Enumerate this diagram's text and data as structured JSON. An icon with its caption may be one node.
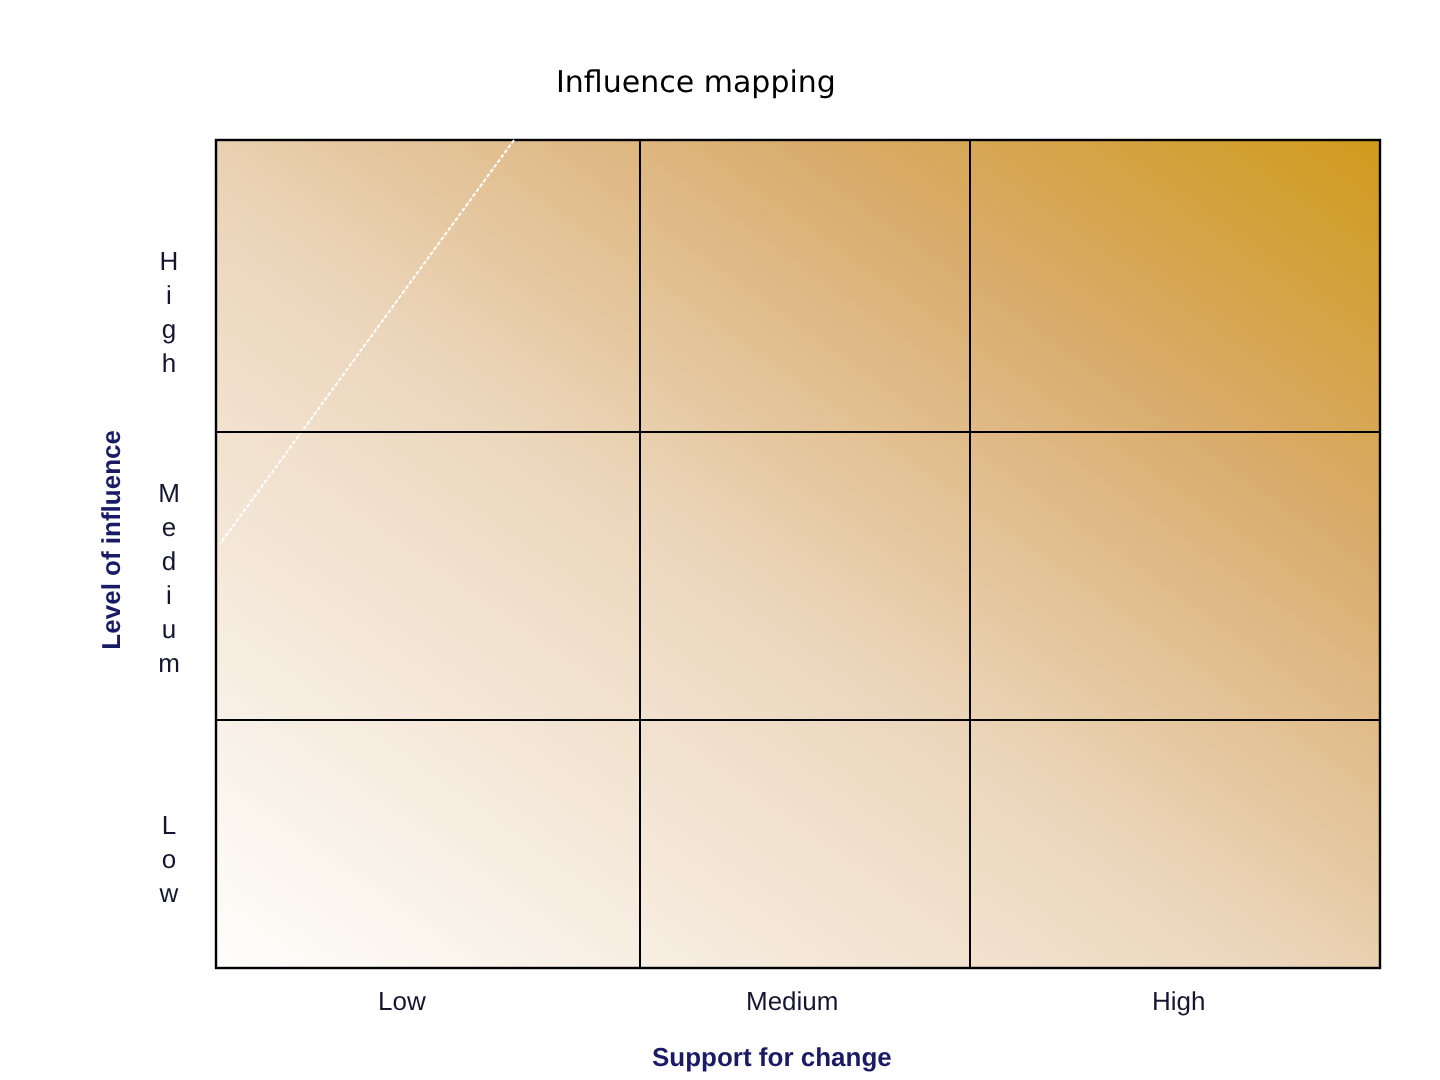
{
  "diagram": {
    "title": "Influence mapping",
    "labels": [
      "Level of influence",
      "High",
      "Medium",
      "Low",
      "Low",
      "Medium",
      "High",
      "Support for change"
    ]
  }
}
